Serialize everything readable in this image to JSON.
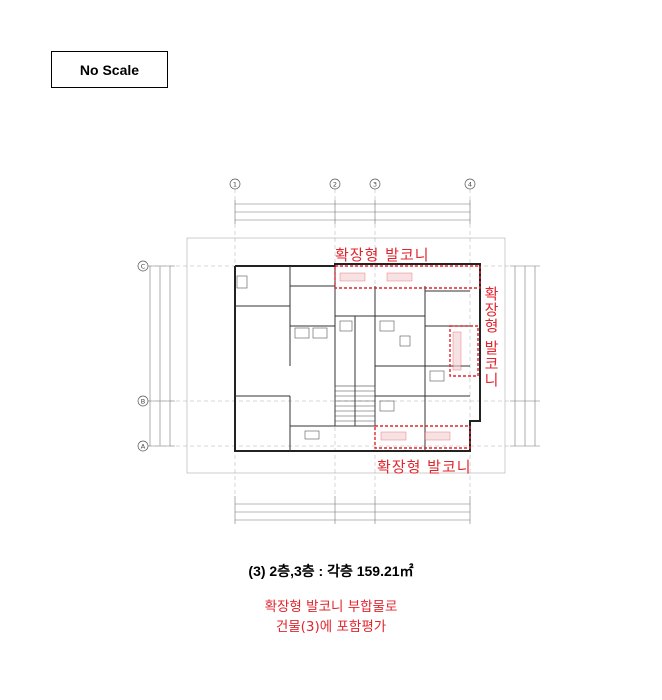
{
  "scale_label": "No Scale",
  "balcony_labels": {
    "top": "확장형 발코니",
    "right": "확장형 발코니",
    "bottom": "확장형 발코니"
  },
  "caption": "(3) 2층,3층 : 각층 159.21㎡",
  "note": {
    "line1": "확장형 발코니 부합물로",
    "line2": "건물(3)에 포함평가"
  },
  "grid_labels": [
    "1",
    "2",
    "3",
    "4"
  ],
  "row_labels": [
    "C",
    "B",
    "A"
  ],
  "colors": {
    "red": "#e0262e",
    "line": "#333333",
    "dim": "#666666"
  }
}
